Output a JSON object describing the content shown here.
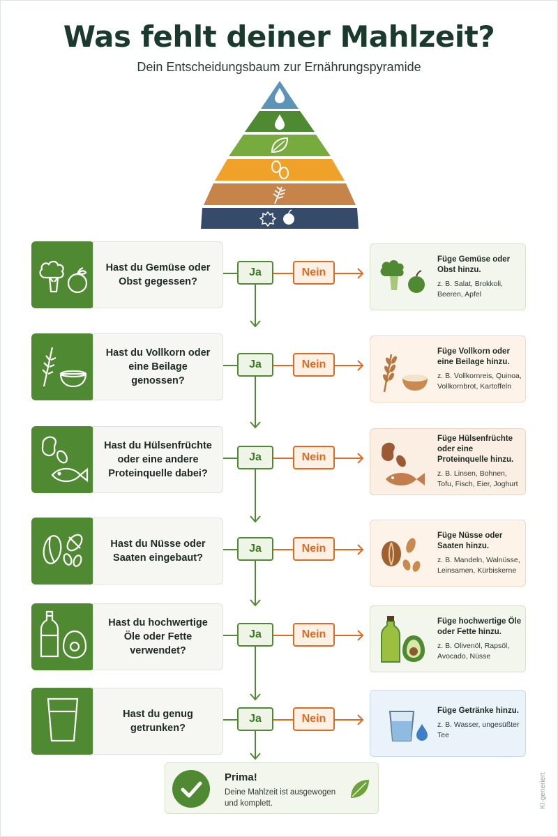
{
  "header": {
    "title": "Was fehlt deiner Mahlzeit?",
    "subtitle": "Dein Entscheidungsbaum zur Ernährungspyramide"
  },
  "colors": {
    "green": "#4f8a33",
    "orange": "#e0691f",
    "pyramid": [
      "#5b94b8",
      "#4f8a33",
      "#78ab3d",
      "#f0a12a",
      "#c7844a",
      "#364a6a"
    ]
  },
  "pyramid_icons": [
    "water-drop",
    "oil-drop",
    "leaf",
    "beans",
    "wheat",
    "nut-apple"
  ],
  "labels": {
    "yes": "Ja",
    "no": "Nein"
  },
  "questions": [
    {
      "icon": "broccoli-apple",
      "question": "Hast du Gemüse oder Obst gegessen?",
      "action": "Füge Gemüse oder Obst hinzu.",
      "examples": "z. B. Salat, Brokkoli, Beeren, Apfel"
    },
    {
      "icon": "wheat-bowl",
      "question": "Hast du Vollkorn oder eine Beilage genossen?",
      "action": "Füge Vollkorn oder eine Beilage hinzu.",
      "examples": "z. B. Vollkornreis, Quinoa, Vollkornbrot, Kartoffeln"
    },
    {
      "icon": "bean-fish",
      "question": "Hast du Hülsenfrüchte oder eine andere Proteinquelle dabei?",
      "action": "Füge Hülsenfrüchte oder eine Proteinquelle hinzu.",
      "examples": "z. B. Linsen, Bohnen, Tofu, Fisch, Eier, Joghurt"
    },
    {
      "icon": "nuts-seeds",
      "question": "Hast du Nüsse oder Saaten eingebaut?",
      "action": "Füge Nüsse oder Saaten hinzu.",
      "examples": "z. B. Mandeln, Walnüsse, Leinsamen, Kürbiskerne"
    },
    {
      "icon": "oil-avocado",
      "question": "Hast du hochwertige Öle oder Fette verwendet?",
      "action": "Füge hochwertige Öle oder Fette hinzu.",
      "examples": "z. B. Olivenöl, Rapsöl, Avocado, Nüsse"
    },
    {
      "icon": "glass-drop",
      "question": "Hast du genug getrunken?",
      "action": "Füge Getränke hinzu.",
      "examples": "z. B. Wasser, ungesüßter Tee"
    }
  ],
  "result": {
    "title": "Prima!",
    "text": "Deine Mahlzeit ist ausgewogen und komplett."
  },
  "watermark": "KI-generiert"
}
